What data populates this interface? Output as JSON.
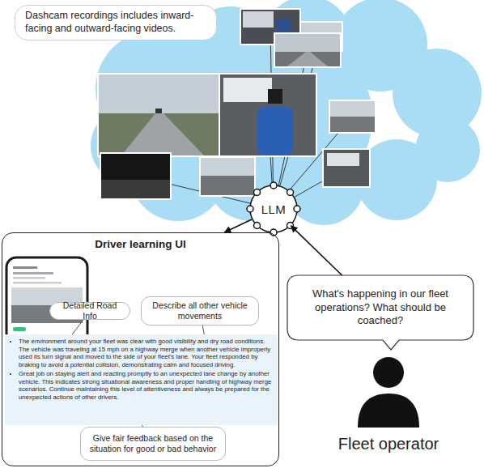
{
  "diagram": {
    "nodes": [
      {
        "text": [
          "Dashcam recordings includes inward-facing and outward-facing videos."
        ]
      },
      {
        "text": [
          "LLM"
        ]
      },
      {
        "text": [
          "Driver learning UI"
        ]
      },
      {
        "text": [
          "The environment around your fleet was clear with good visibility and dry road conditions. The vehicle was traveling at 15 mph on a highway merge when another vehicle improperly used its turn signal and moved to the side of your fleet's lane. Your fleet responded by braking to avoid a potential collision, demonstrating calm and focused driving.",
          "Great job on staying alert and reacting promptly to an unexpected lane change by another vehicle. This indicates strong situational awareness and proper handling of highway merge scenarios. Continue maintaining this level of attentiveness and always be prepared for the unexpected actions of other drivers."
        ],
        "in": 2
      },
      {
        "text": [
          "Detailed Road Info"
        ],
        "in": 2
      },
      {
        "text": [
          "Describe all other vehicle movements"
        ],
        "in": 2
      },
      {
        "text": [
          "Give fair feedback based on the situation for good or bad behavior"
        ],
        "in": 2
      },
      {
        "text": [
          "What's happening in our fleet operations? What should be coached?"
        ]
      },
      {
        "text": [
          "Fleet operator"
        ]
      }
    ],
    "edges": [
      {
        "from": 1,
        "to": 2,
        "arrow": "to"
      },
      {
        "from": 7,
        "to": 1,
        "arrow": "to"
      },
      {
        "from": 4,
        "to": 3,
        "arrow": "none"
      },
      {
        "from": 5,
        "to": 3,
        "arrow": "none"
      },
      {
        "from": 6,
        "to": 3,
        "arrow": "none"
      }
    ]
  }
}
